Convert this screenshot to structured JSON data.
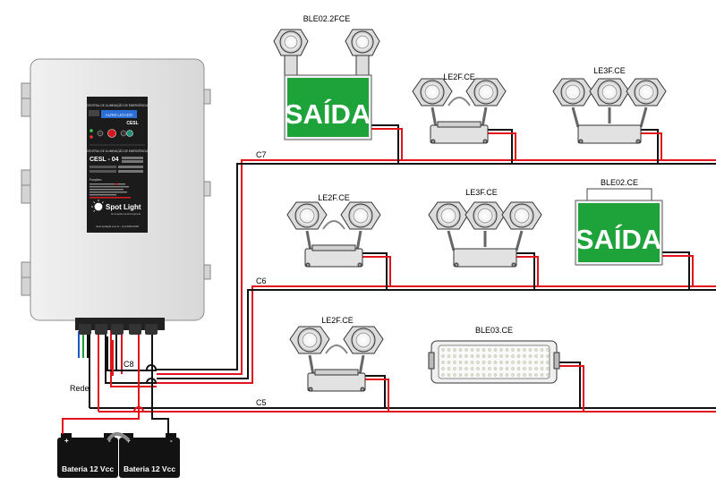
{
  "colors": {
    "wire_red": "#e1141b",
    "wire_black": "#111111",
    "exit_sign_green": "#1ea33a",
    "panel_body": "#e6e6e6",
    "panel_face": "#1b1b1b",
    "lcd": "#2b6fd6"
  },
  "central": {
    "header": "CENTRAL DE ILUMINAÇÃO DE EMERGÊNCIA",
    "lcd_text": "ALRM LIGADO",
    "brand_short": "CESL",
    "section_title": "CENTRAL DE ILUMINAÇÃO DE EMERGÊNCIA",
    "model": "CESL - 04",
    "features_title": "Funções:",
    "brand": "Spot Light",
    "tagline": "Iluminação de Emergência",
    "footer": "www.spotlight.com.br - (11) 0000-0000"
  },
  "circuits": {
    "c7": "C7",
    "c6": "C6",
    "c5": "C5",
    "c8": "C8",
    "rede": "Rede"
  },
  "devices": {
    "ble02_2fce": {
      "label": "BLE02.2FCE",
      "sign": "SAÍDA"
    },
    "le2f_1": {
      "label": "LE2F.CE"
    },
    "le3f_1": {
      "label": "LE3F.CE"
    },
    "le2f_2": {
      "label": "LE2F.CE"
    },
    "le3f_2": {
      "label": "LE3F.CE"
    },
    "ble02": {
      "label": "BLE02.CE",
      "sign": "SAÍDA"
    },
    "le2f_3": {
      "label": "LE2F.CE"
    },
    "ble03": {
      "label": "BLE03.CE"
    }
  },
  "batteries": [
    {
      "label": "Bateria 12 Vcc",
      "plus": "+",
      "minus": "-"
    },
    {
      "label": "Bateria 12 Vcc",
      "plus": "+",
      "minus": "-"
    }
  ]
}
